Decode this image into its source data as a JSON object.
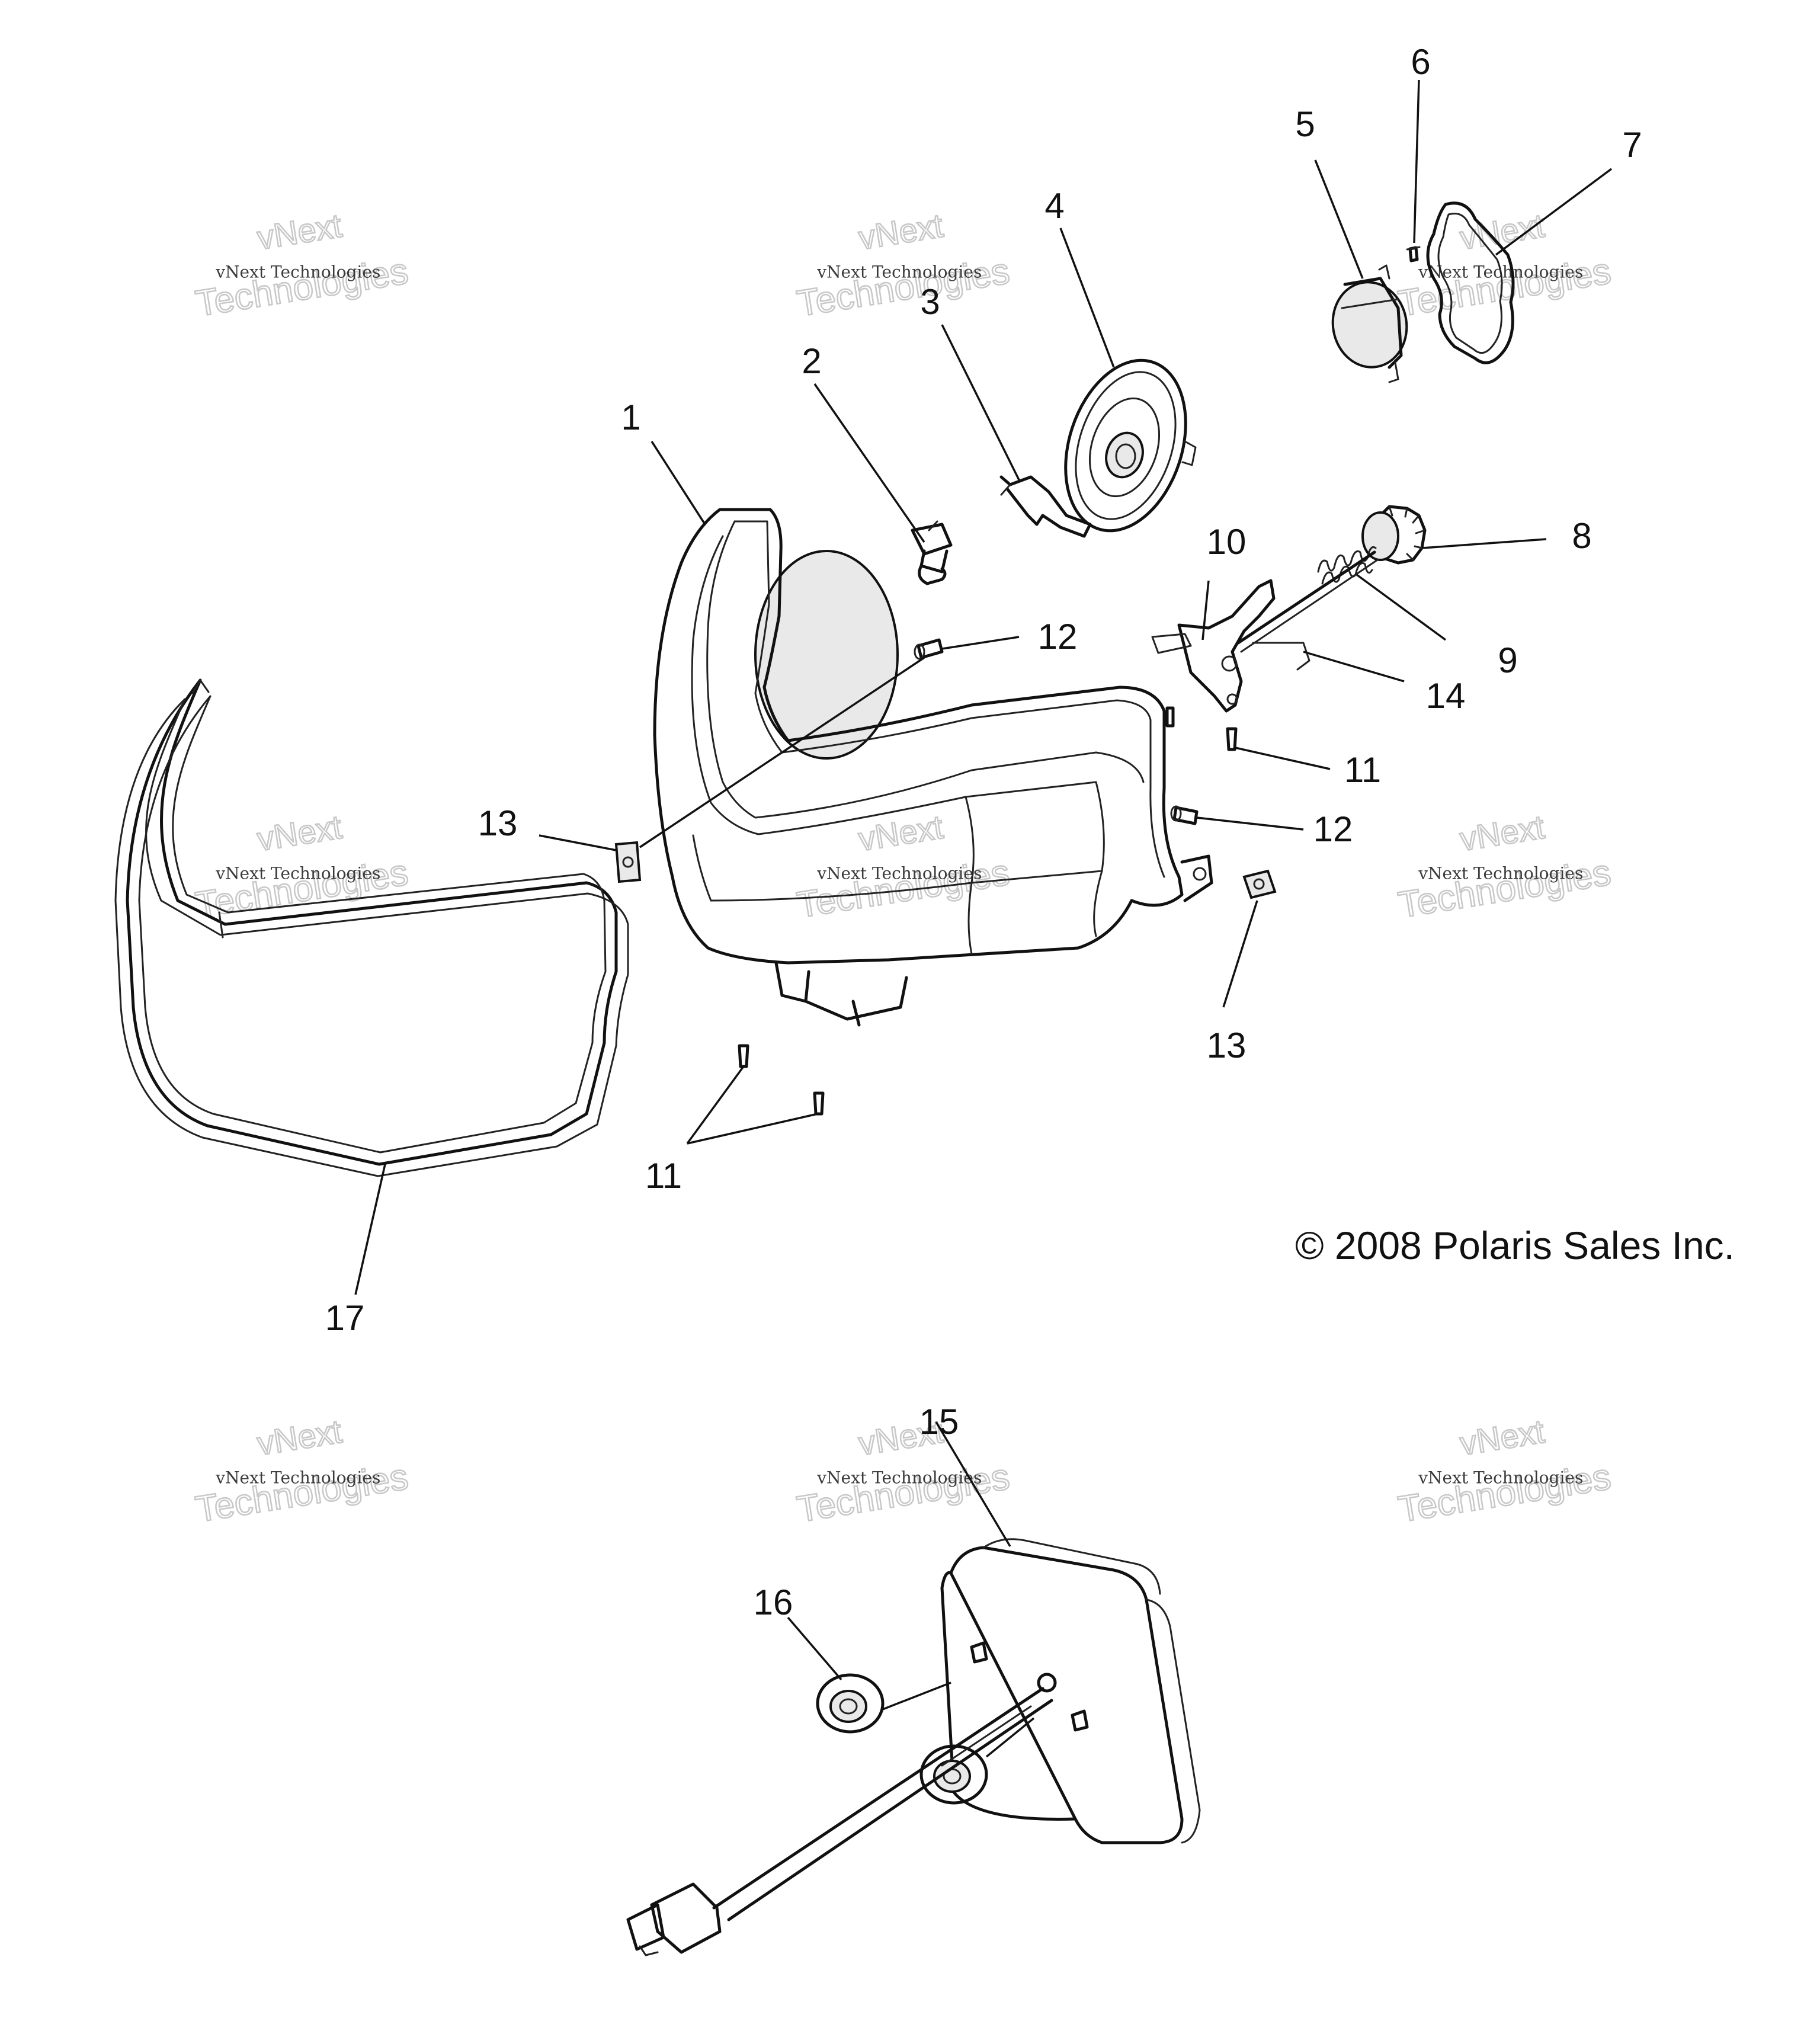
{
  "diagram": {
    "copyright": "© 2008 Polaris Sales Inc.",
    "watermark": {
      "company_line": "vNext Technologies",
      "brand_word_1": "vNext",
      "brand_word_2": "Technologies"
    },
    "callouts": {
      "c1": "1",
      "c2": "2",
      "c3": "3",
      "c4": "4",
      "c5": "5",
      "c6": "6",
      "c7": "7",
      "c8": "8",
      "c9": "9",
      "c10": "10",
      "c11a": "11",
      "c11b": "11",
      "c12a": "12",
      "c12b": "12",
      "c13a": "13",
      "c13b": "13",
      "c14": "14",
      "c15": "15",
      "c16": "16",
      "c17": "17"
    }
  }
}
